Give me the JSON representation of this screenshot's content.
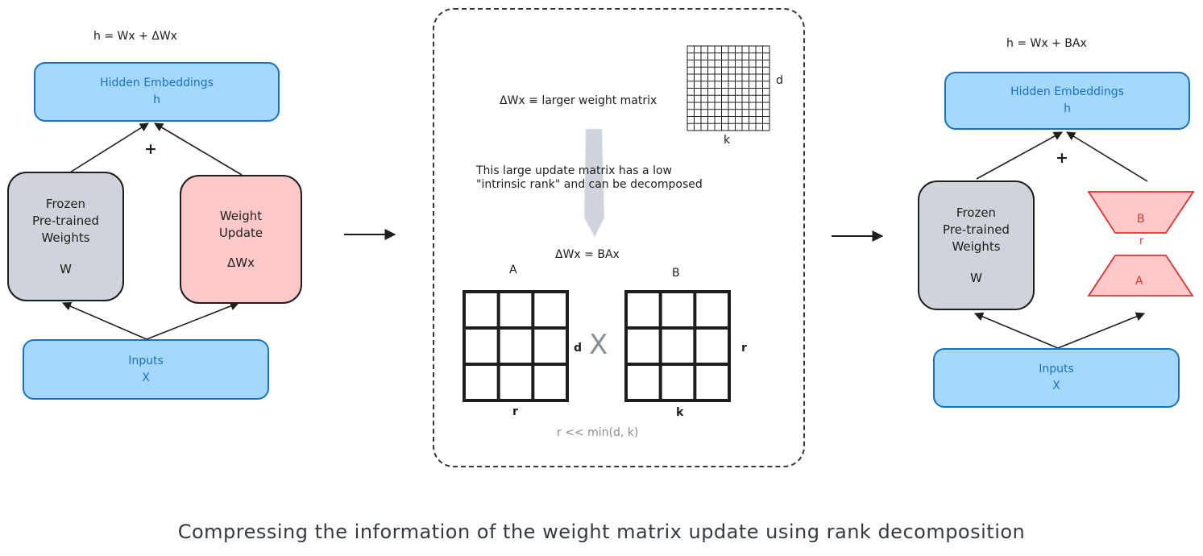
{
  "left_panel": {
    "formula": "h = Wx + ΔWx",
    "hidden_title": "Hidden Embeddings",
    "hidden_var": "h",
    "plus": "+",
    "frozen_lines": [
      "Frozen",
      "Pre-trained",
      "Weights"
    ],
    "frozen_var": "W",
    "update_lines": [
      "Weight",
      "Update"
    ],
    "update_var": "ΔWx",
    "inputs_title": "Inputs",
    "inputs_var": "X"
  },
  "middle_panel": {
    "equiv_text": "ΔWx ≡ larger weight matrix",
    "big_matrix_row_label": "d",
    "big_matrix_col_label": "k",
    "note_text": "This large update matrix has a low\n\"intrinsic rank\" and can be decomposed",
    "decomp_formula": "ΔWx = BAx",
    "matrix_a_label": "A",
    "matrix_a_rows": "d",
    "matrix_a_cols": "r",
    "times": "X",
    "matrix_b_label": "B",
    "matrix_b_rows": "r",
    "matrix_b_cols": "k",
    "constraint": "r << min(d, k)"
  },
  "right_panel": {
    "formula": "h = Wx + BAx",
    "hidden_title": "Hidden Embeddings",
    "hidden_var": "h",
    "plus": "+",
    "frozen_lines": [
      "Frozen",
      "Pre-trained",
      "Weights"
    ],
    "frozen_var": "W",
    "b_label": "B",
    "r_label": "r",
    "a_label": "A",
    "inputs_title": "Inputs",
    "inputs_var": "X"
  },
  "caption": "Compressing the information of the weight matrix update using rank decomposition",
  "colors": {
    "blue_fill": "#a5d8ff",
    "blue_stroke": "#1971c2",
    "grey_fill": "#ced4da",
    "pink_fill": "#ffc9c9",
    "red_stroke": "#e03131",
    "ink": "#1e1e1e"
  }
}
